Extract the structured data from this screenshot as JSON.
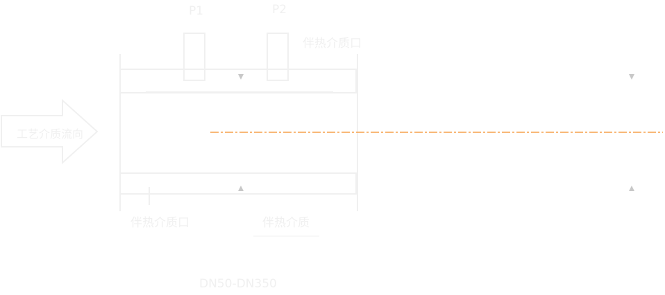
{
  "labels": {
    "p1": "P1",
    "p2": "P2",
    "port_top": "伴热介质口",
    "flow": "工艺介质流向",
    "port_bottom": "伴热介质口",
    "medium": "伴热介质",
    "size": "DN50-DN350"
  },
  "colors": {
    "centerline": "#f5a04a",
    "arrow": "#c8c8c8",
    "outline": "#f2f2f2"
  }
}
